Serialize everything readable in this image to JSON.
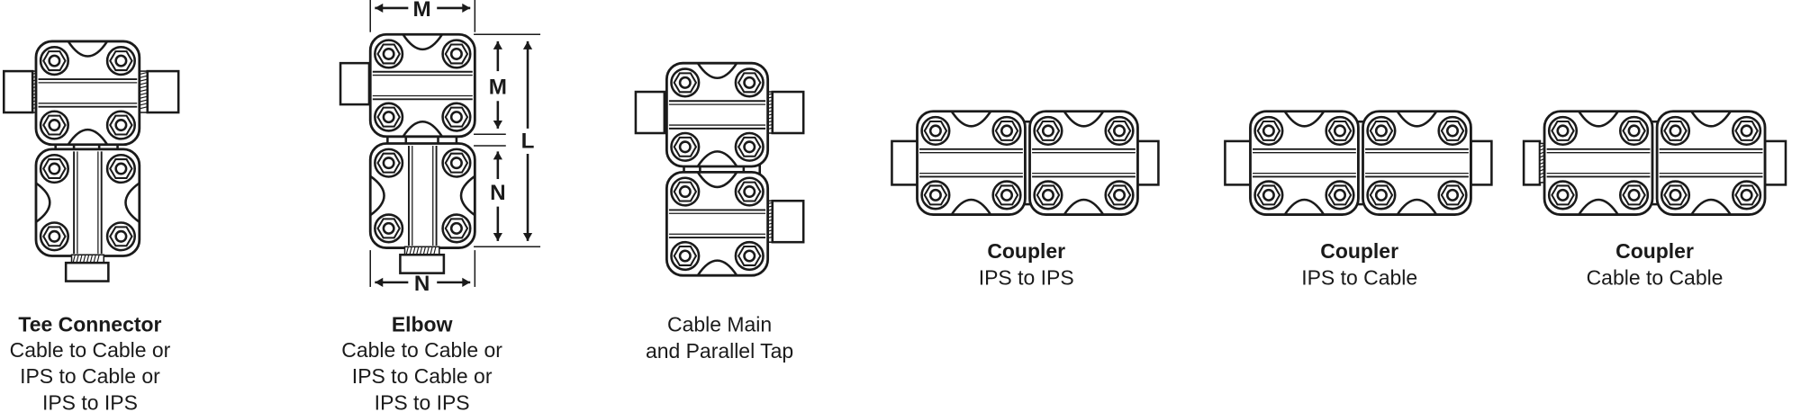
{
  "items": [
    {
      "title": "Tee Connector",
      "lines": [
        "Cable to Cable or",
        "IPS to Cable or",
        "IPS to IPS"
      ]
    },
    {
      "title": "Elbow",
      "lines": [
        "Cable to Cable or",
        "IPS to Cable or",
        "IPS to IPS"
      ]
    },
    {
      "title": "",
      "lines": [
        "Cable Main",
        "and Parallel Tap"
      ]
    },
    {
      "title": "Coupler",
      "lines": [
        "IPS to IPS"
      ]
    },
    {
      "title": "Coupler",
      "lines": [
        "IPS to Cable"
      ]
    },
    {
      "title": "Coupler",
      "lines": [
        "Cable to Cable"
      ]
    }
  ],
  "dimensions": {
    "m": "M",
    "n": "N",
    "l": "L"
  },
  "colors": {
    "ink": "#1a1a1a",
    "background": "#ffffff"
  }
}
